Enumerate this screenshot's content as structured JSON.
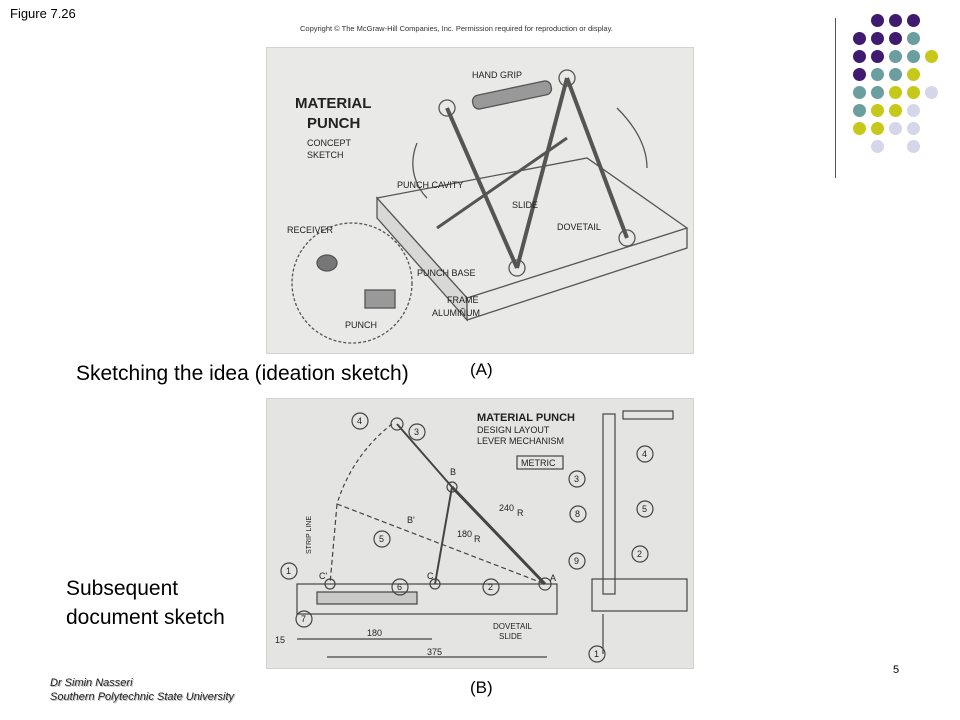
{
  "header": {
    "figure_label": "Figure 7.26"
  },
  "sketch_a": {
    "copyright": "Copyright © The McGraw-Hill Companies, Inc. Permission required for reproduction or display.",
    "title_lines": [
      "MATERIAL",
      "PUNCH",
      "CONCEPT",
      "SKETCH"
    ],
    "callouts": {
      "hand_grip": "HAND GRIP",
      "punch_cavity": "PUNCH CAVITY",
      "slide": "SLIDE",
      "dovetail": "DOVETAIL",
      "receiver": "RECEIVER",
      "punch": "PUNCH",
      "punch_base": "PUNCH BASE",
      "frame": "FRAME",
      "aluminum": "ALUMIÑUM"
    },
    "tag": "(A)"
  },
  "caption_a": "Sketching the idea (ideation sketch)",
  "sketch_b": {
    "title_lines": [
      "MATERIAL PUNCH",
      "DESIGN LAYOUT",
      "LEVER MECHANISM"
    ],
    "metric": "METRIC",
    "points": {
      "a": "A",
      "b": "B",
      "b_prime": "B'",
      "c": "C",
      "c_prime": "C'"
    },
    "radii": {
      "r240": "240",
      "r180": "180",
      "r_suffix": "R"
    },
    "strip_line": "STRIP LINE",
    "dimensions": {
      "d15": "15",
      "d180": "180",
      "d375": "375"
    },
    "dovetail_slide": [
      "DOVETAIL",
      "SLIDE"
    ],
    "balloons": [
      "1",
      "2",
      "3",
      "4",
      "5",
      "6",
      "7",
      "8",
      "9"
    ],
    "tag": "(B)"
  },
  "caption_b": [
    "Subsequent",
    "document sketch"
  ],
  "footer": {
    "author_name": "Dr Simin Nasseri",
    "author_affiliation": "Southern Polytechnic State University",
    "slide_number": "5"
  },
  "theme": {
    "purple": "#3f1a6e",
    "teal": "#6b9e9e",
    "yellow": "#c6c81a",
    "lavender": "#d6d6ea"
  },
  "decoration": {
    "dot_rows": [
      [
        "",
        "purple",
        "purple",
        "purple",
        ""
      ],
      [
        "purple",
        "purple",
        "purple",
        "teal",
        ""
      ],
      [
        "purple",
        "purple",
        "teal",
        "teal",
        "yellow"
      ],
      [
        "purple",
        "teal",
        "teal",
        "yellow",
        ""
      ],
      [
        "teal",
        "teal",
        "yellow",
        "yellow",
        "lavender"
      ],
      [
        "teal",
        "yellow",
        "yellow",
        "lavender",
        ""
      ],
      [
        "yellow",
        "yellow",
        "lavender",
        "lavender",
        ""
      ],
      [
        "",
        "lavender",
        "",
        "lavender",
        ""
      ]
    ]
  }
}
